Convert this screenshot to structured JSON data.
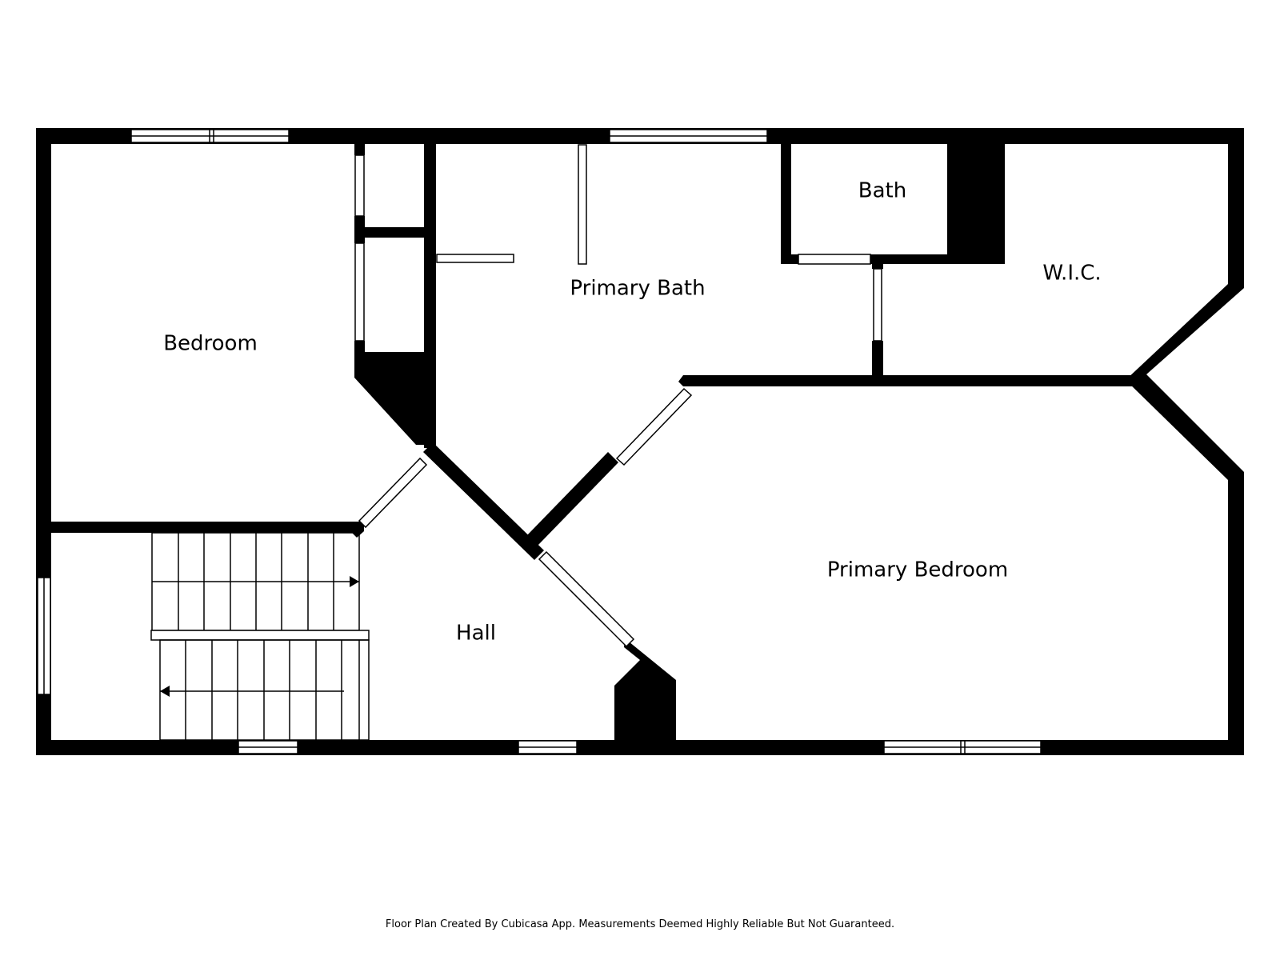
{
  "rooms": {
    "bedroom": "Bedroom",
    "primary_bath": "Primary Bath",
    "bath": "Bath",
    "wic": "W.I.C.",
    "primary_bedroom": "Primary Bedroom",
    "hall": "Hall"
  },
  "footer": {
    "note": "Floor Plan Created By Cubicasa App. Measurements Deemed Highly Reliable But Not Guaranteed."
  },
  "colors": {
    "wall": "#000000",
    "background": "#ffffff"
  }
}
